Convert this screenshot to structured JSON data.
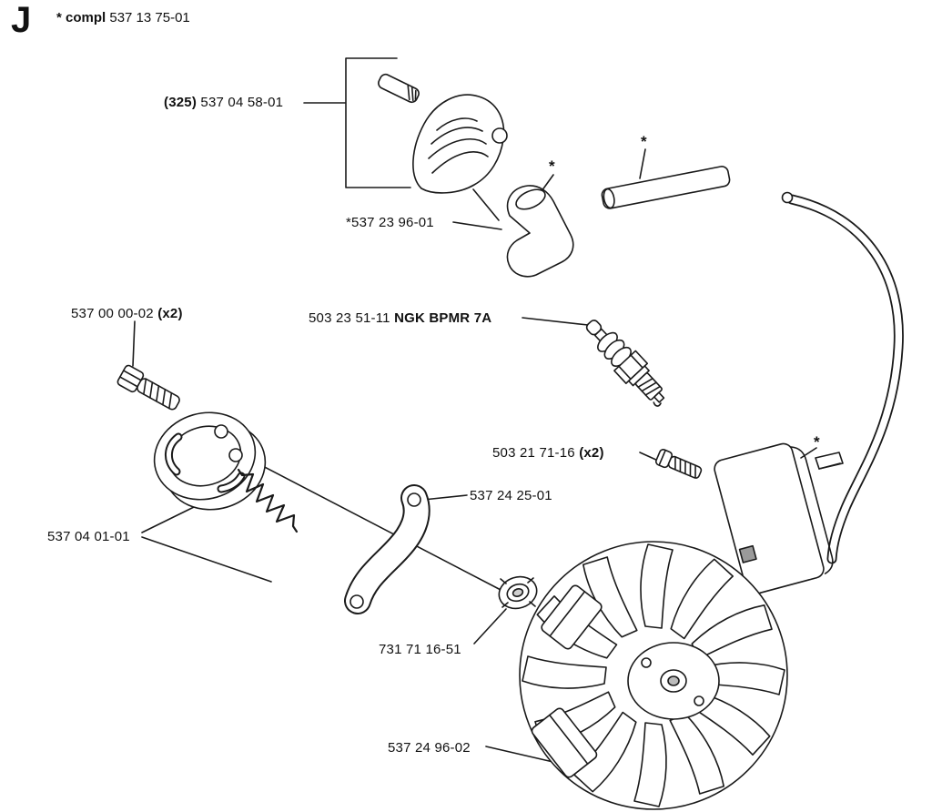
{
  "page": {
    "section_letter": "J",
    "header": {
      "bold": "* compl",
      "number": "537 13 75-01"
    }
  },
  "labels": {
    "cover": {
      "bold": "(325)",
      "number": "537 04 58-01"
    },
    "boot": {
      "number": "*537 23 96-01"
    },
    "clutch_bolts": {
      "number": "537 00 00-02",
      "bold": "(x2)"
    },
    "spark_plug": {
      "number": "503 23 51-11",
      "bold": "NGK BPMR 7A"
    },
    "module_screws": {
      "number": "503 21 71-16",
      "bold": "(x2)"
    },
    "link": {
      "number": "537 24 25-01"
    },
    "clutch": {
      "number": "537 04 01-01"
    },
    "washer": {
      "number": "731 71 16-51"
    },
    "flywheel": {
      "number": "537 24 96-02"
    },
    "asterisk": "*"
  },
  "colors": {
    "ink": "#1a1a1a",
    "paper": "#ffffff"
  }
}
